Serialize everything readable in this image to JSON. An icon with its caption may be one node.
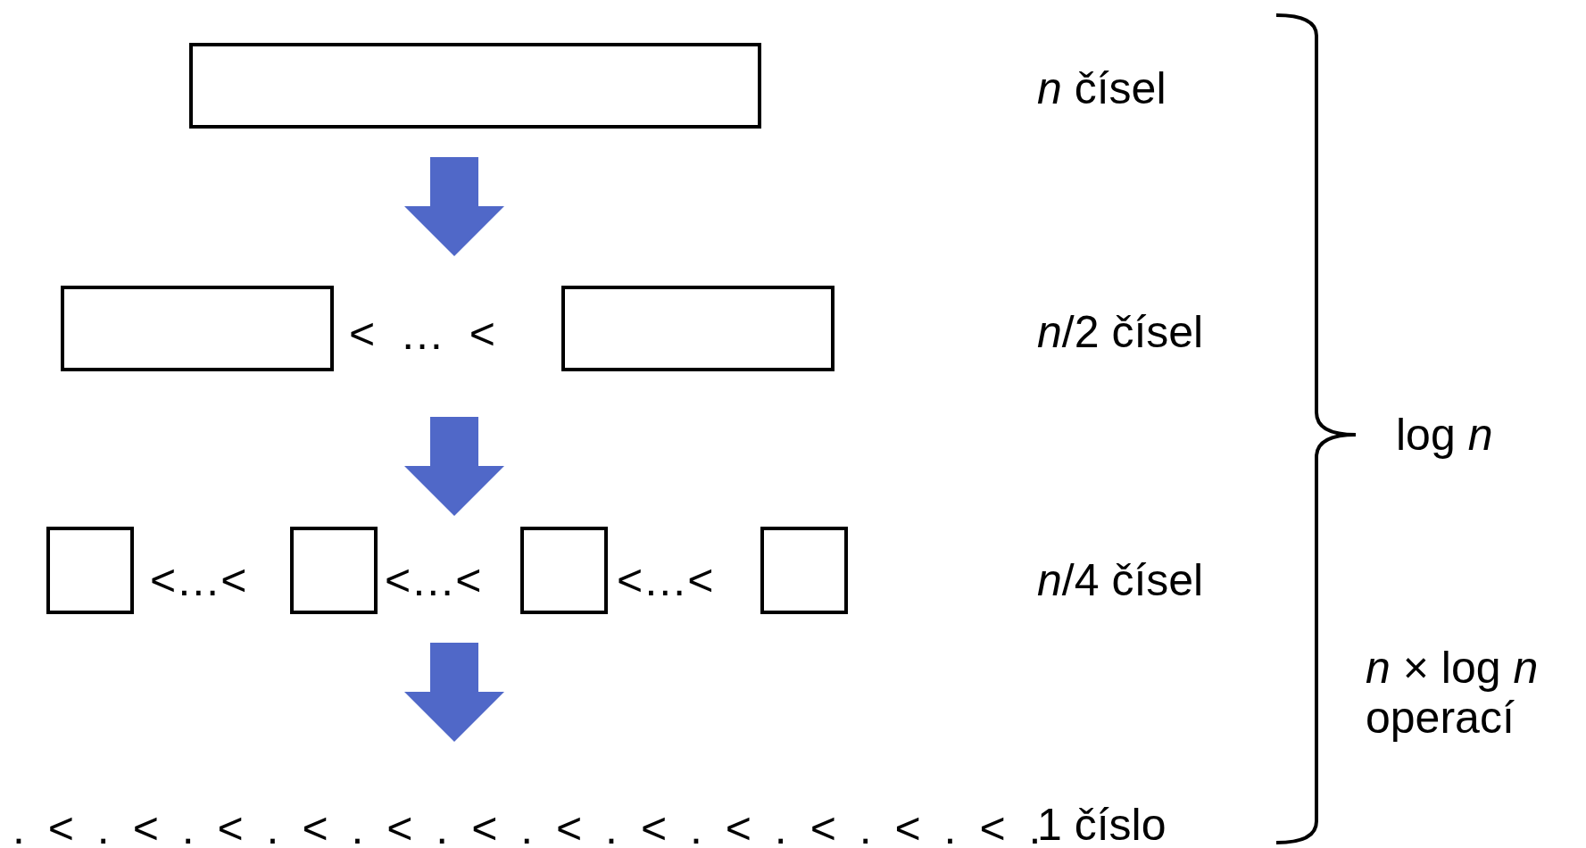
{
  "diagram": {
    "nodes": [
      {
        "text": [],
        "shape": "box"
      },
      {
        "text": [],
        "shape": "box"
      },
      {
        "text": [],
        "shape": "box"
      },
      {
        "text": [],
        "shape": "box"
      },
      {
        "text": [],
        "shape": "box"
      },
      {
        "text": [],
        "shape": "box"
      },
      {
        "text": [],
        "shape": "box"
      },
      {
        "text": [
          ". < . < . < . < . < . < . < . < . < . < . < . < ."
        ]
      }
    ],
    "edges": [
      {
        "from": null,
        "to": 1,
        "arrow": "to"
      },
      {
        "from": null,
        "to": 5,
        "arrow": "to"
      },
      {
        "from": null,
        "to": 7,
        "arrow": "to"
      }
    ],
    "labels": [
      "*n* čísel",
      "<  …  <",
      "*n*/2 čísel",
      "<…<",
      "<…<",
      "<…<",
      "*n*/4 čísel",
      "log *n*",
      "*n* × log *n* operací",
      "1 číslo"
    ]
  }
}
